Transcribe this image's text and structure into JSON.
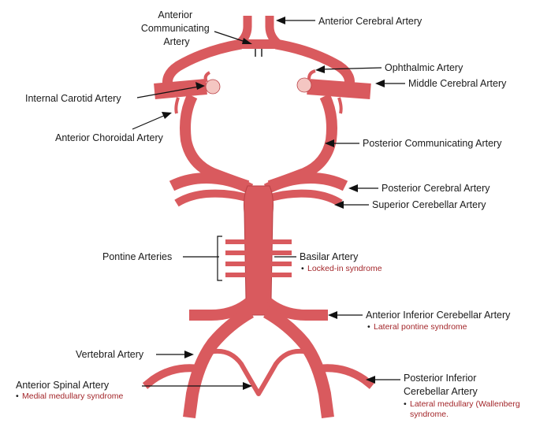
{
  "labels": {
    "anterior_communicating": [
      "Anterior",
      "Communicating",
      "Artery"
    ],
    "anterior_cerebral": "Anterior Cerebral Artery",
    "ophthalmic": "Ophthalmic Artery",
    "middle_cerebral": "Middle Cerebral Artery",
    "internal_carotid": "Internal Carotid Artery",
    "anterior_choroidal": "Anterior Choroidal Artery",
    "posterior_communicating": "Posterior Communicating Artery",
    "posterior_cerebral": "Posterior Cerebral Artery",
    "superior_cerebellar": "Superior Cerebellar Artery",
    "pontine": "Pontine Arteries",
    "basilar": "Basilar Artery",
    "aica": "Anterior Inferior Cerebellar Artery",
    "vertebral": "Vertebral Artery",
    "anterior_spinal": "Anterior Spinal Artery",
    "pica": [
      "Posterior Inferior",
      "Cerebellar Artery"
    ]
  },
  "syndromes": {
    "basilar": "Locked-in syndrome",
    "aica": "Lateral pontine syndrome",
    "anterior_spinal": "Medial medullary syndrome",
    "pica": [
      "Lateral medullary (Wallenberg",
      "syndrome."
    ]
  },
  "colors": {
    "artery": "#d95a5e",
    "artery_tip": "#f4c6c2",
    "syndrome_text": "#a3262a"
  }
}
